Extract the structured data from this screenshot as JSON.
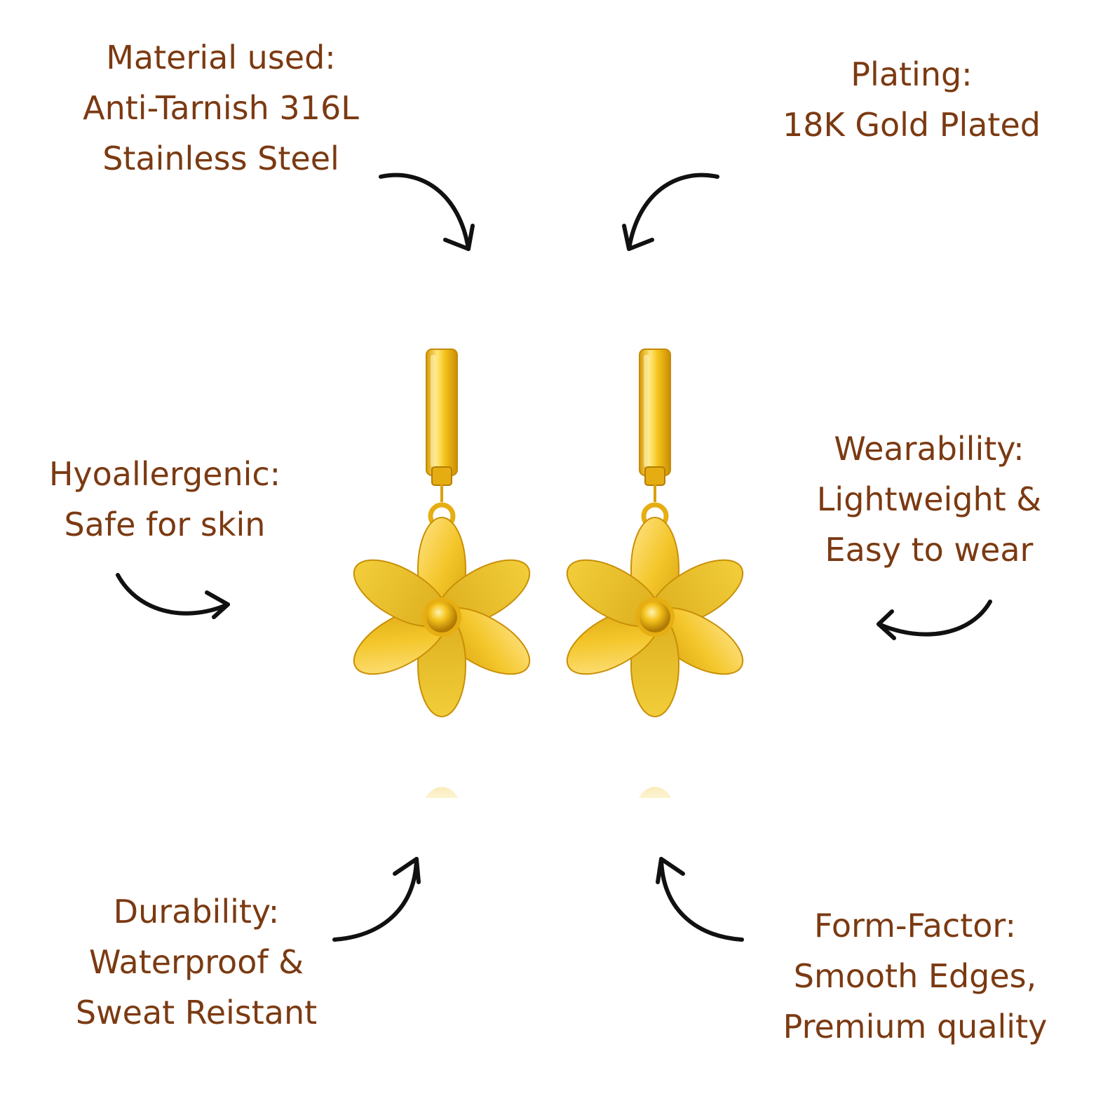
{
  "features": {
    "material": [
      "Material used:",
      "Anti-Tarnish 316L",
      "Stainless Steel"
    ],
    "plating": [
      "Plating:",
      "18K Gold Plated"
    ],
    "hypoallergenic": [
      "Hyoallergenic:",
      "Safe for skin"
    ],
    "wearability": [
      "Wearability:",
      "Lightweight &",
      "Easy to wear"
    ],
    "durability": [
      "Durability:",
      "Waterproof &",
      "Sweat Reistant"
    ],
    "form_factor": [
      "Form-Factor:",
      "Smooth Edges,",
      "Premium quality"
    ]
  },
  "colors": {
    "text": "#7b3a12",
    "arrow": "#111111",
    "gold": "#f2c21b",
    "background": "#ffffff"
  }
}
